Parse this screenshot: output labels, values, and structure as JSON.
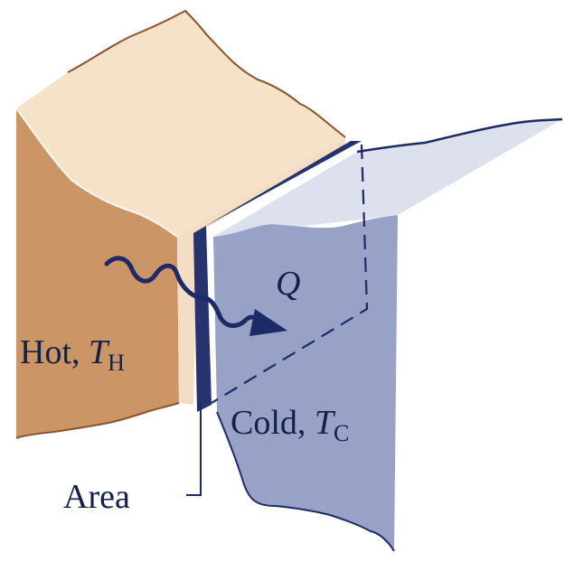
{
  "labels": {
    "hot": "Hot, ",
    "hot_symbol": "T",
    "hot_subscript": "H",
    "cold": "Cold, ",
    "cold_symbol": "T",
    "cold_subscript": "C",
    "heat": "Q",
    "area": "Area"
  },
  "colors": {
    "hot_top": "#f6e1c9",
    "hot_front": "#cc9565",
    "hot_outline": "#8a5430",
    "cold_front": "#97a2c6",
    "cold_top": "#dde1ee",
    "plate": "#26336e",
    "arrow": "#1c2a66",
    "text": "#14204a"
  }
}
